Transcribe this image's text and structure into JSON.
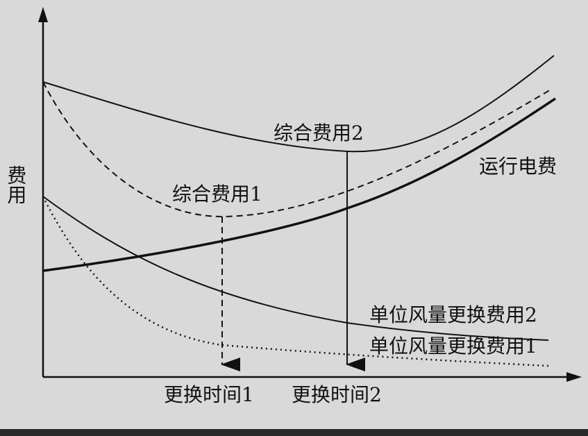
{
  "diagram": {
    "y_axis_label": "费用",
    "curves": {
      "combined_cost_2": "综合费用2",
      "combined_cost_1": "综合费用1",
      "electricity_cost": "运行电费",
      "replacement_cost_2": "单位风量更换费用2",
      "replacement_cost_1": "单位风量更换费用1"
    },
    "x_markers": {
      "replace_time_1": "更换时间1",
      "replace_time_2": "更换时间2"
    }
  },
  "colors": {
    "background": "#d9d9d9",
    "ink": "#111111"
  }
}
